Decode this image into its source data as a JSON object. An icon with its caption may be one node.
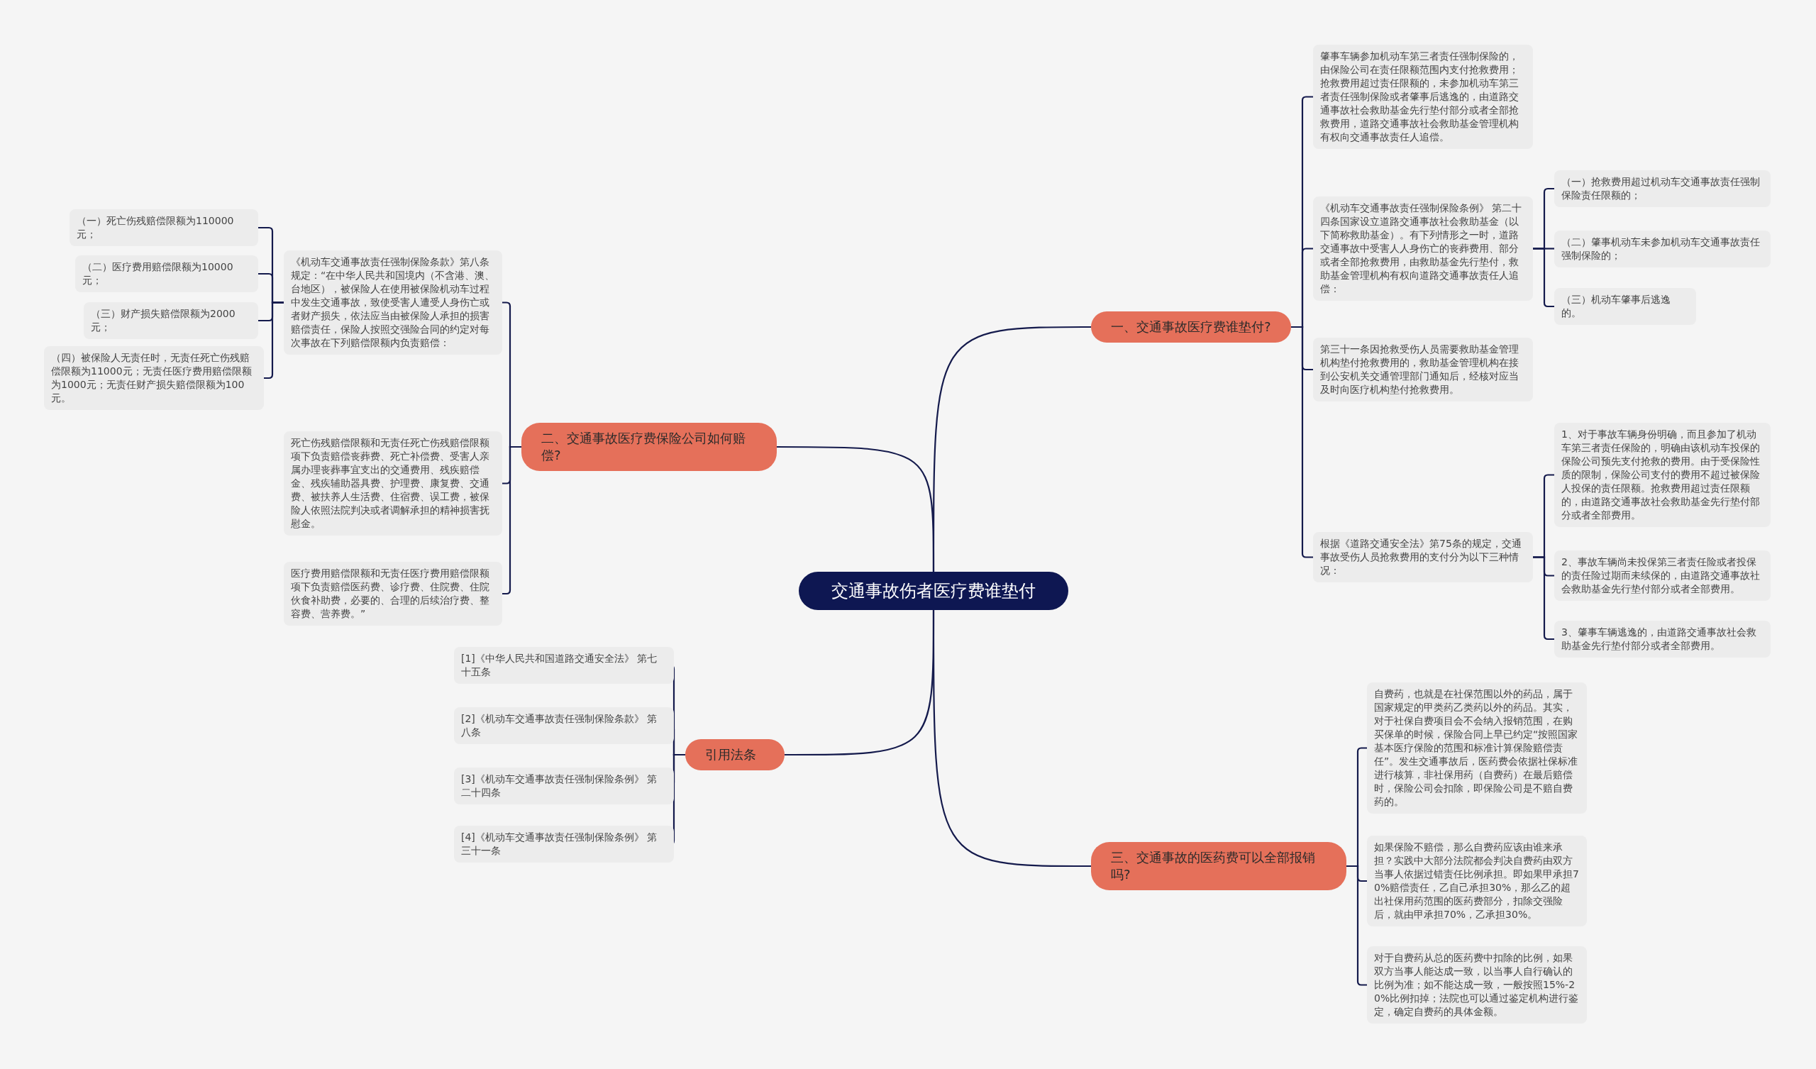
{
  "diagram": {
    "nodes": [
      {
        "text": [
          "交通事故伤者医疗费谁垫付"
        ]
      },
      {
        "text": [
          "一、交通事故医疗费谁垫付?"
        ]
      },
      {
        "text": [
          "肇事车辆参加机动车第三者责任强制保险的，由保险公司在责任限额范围内支付抢救费用；抢救费用超过责任限额的，未参加机动车第三者责任强制保险或者肇事后逃逸的，由道路交通事故社会救助基金先行垫付部分或者全部抢救费用，道路交通事故社会救助基金管理机构有权向交通事故责任人追偿。"
        ]
      },
      {
        "text": [
          "《机动车交通事故责任强制保险条例》 第二十四条国家设立道路交通事故社会救助基金（以下简称救助基金）。有下列情形之一时，道路交通事故中受害人人身伤亡的丧葬费用、部分或者全部抢救费用，由救助基金先行垫付，救助基金管理机构有权向道路交通事故责任人追偿："
        ]
      },
      {
        "text": [
          "（一）抢救费用超过机动车交通事故责任强制保险责任限额的；"
        ]
      },
      {
        "text": [
          "（二）肇事机动车未参加机动车交通事故责任强制保险的；"
        ]
      },
      {
        "text": [
          "（三）机动车肇事后逃逸的。"
        ]
      },
      {
        "text": [
          "第三十一条因抢救受伤人员需要救助基金管理机构垫付抢救费用的，救助基金管理机构在接到公安机关交通管理部门通知后，经核对应当及时向医疗机构垫付抢救费用。"
        ]
      },
      {
        "text": [
          "根据《道路交通安全法》第75条的规定，交通事故受伤人员抢救费用的支付分为以下三种情况："
        ]
      },
      {
        "text": [
          "1、对于事故车辆身份明确，而且参加了机动车第三者责任保险的，明确由该机动车投保的保险公司预先支付抢救的费用。由于受保险性质的限制，保险公司支付的费用不超过被保险人投保的责任限额。抢救费用超过责任限额的，由道路交通事故社会救助基金先行垫付部分或者全部费用。"
        ]
      },
      {
        "text": [
          "2、事故车辆尚未投保第三者责任险或者投保的责任险过期而未续保的，由道路交通事故社会救助基金先行垫付部分或者全部费用。"
        ]
      },
      {
        "text": [
          "3、肇事车辆逃逸的，由道路交通事故社会救助基金先行垫付部分或者全部费用。"
        ]
      },
      {
        "text": [
          "二、交通事故医疗费保险公司如何赔偿?"
        ]
      },
      {
        "text": [
          "《机动车交通事故责任强制保险条款》第八条规定：“在中华人民共和国境内（不含港、澳、台地区），被保险人在使用被保险机动车过程中发生交通事故，致使受害人遭受人身伤亡或者财产损失，依法应当由被保险人承担的损害赔偿责任，保险人按照交强险合同的约定对每次事故在下列赔偿限额内负责赔偿："
        ]
      },
      {
        "text": [
          "（一）死亡伤残赔偿限额为110000元；"
        ]
      },
      {
        "text": [
          "（二）医疗费用赔偿限额为10000元；"
        ]
      },
      {
        "text": [
          "（三）财产损失赔偿限额为2000元；"
        ]
      },
      {
        "text": [
          "（四）被保险人无责任时，无责任死亡伤残赔偿限额为11000元；无责任医疗费用赔偿限额为1000元；无责任财产损失赔偿限额为100元。"
        ]
      },
      {
        "text": [
          "死亡伤残赔偿限额和无责任死亡伤残赔偿限额项下负责赔偿丧葬费、死亡补偿费、受害人亲属办理丧葬事宜支出的交通费用、残疾赔偿金、残疾辅助器具费、护理费、康复费、交通费、被扶养人生活费、住宿费、误工费，被保险人依照法院判决或者调解承担的精神损害抚慰金。"
        ]
      },
      {
        "text": [
          "医疗费用赔偿限额和无责任医疗费用赔偿限额项下负责赔偿医药费、诊疗费、住院费、住院伙食补助费，必要的、合理的后续治疗费、整容费、营养费。”"
        ]
      },
      {
        "text": [
          "引用法条"
        ]
      },
      {
        "text": [
          "[1]《中华人民共和国道路交通安全法》 第七十五条"
        ]
      },
      {
        "text": [
          "[2]《机动车交通事故责任强制保险条款》 第八条"
        ]
      },
      {
        "text": [
          "[3]《机动车交通事故责任强制保险条例》 第二十四条"
        ]
      },
      {
        "text": [
          "[4]《机动车交通事故责任强制保险条例》 第三十一条"
        ]
      },
      {
        "text": [
          "三、交通事故的医药费可以全部报销吗?"
        ]
      },
      {
        "text": [
          "自费药，也就是在社保范围以外的药品，属于国家规定的甲类药乙类药以外的药品。其实，对于社保自费项目会不会纳入报销范围，在购买保单的时候，保险合同上早已约定“按照国家基本医疗保险的范围和标准计算保险赔偿责任”。发生交通事故后，医药费会依据社保标准进行核算，非社保用药（自费药）在最后赔偿时，保险公司会扣除，即保险公司是不赔自费药的。"
        ]
      },
      {
        "text": [
          "如果保险不赔偿，那么自费药应该由谁来承担？实践中大部分法院都会判决自费药由双方当事人依据过错责任比例承担。即如果甲承担70%赔偿责任，乙自己承担30%，那么乙的超出社保用药范围的医药费部分，扣除交强险后，就由甲承担70%，乙承担30%。"
        ]
      },
      {
        "text": [
          "对于自费药从总的医药费中扣除的比例，如果双方当事人能达成一致，以当事人自行确认的比例为准；如不能达成一致，一般按照15%-20%比例扣掉；法院也可以通过鉴定机构进行鉴定，确定自费药的具体金额。"
        ]
      }
    ],
    "edges": [
      {
        "from": 0,
        "to": 1,
        "arrow": "none"
      },
      {
        "from": 1,
        "to": 2,
        "arrow": "none"
      },
      {
        "from": 1,
        "to": 3,
        "arrow": "none"
      },
      {
        "from": 3,
        "to": 4,
        "arrow": "none"
      },
      {
        "from": 3,
        "to": 5,
        "arrow": "none"
      },
      {
        "from": 3,
        "to": 6,
        "arrow": "none"
      },
      {
        "from": 1,
        "to": 7,
        "arrow": "none"
      },
      {
        "from": 1,
        "to": 8,
        "arrow": "none"
      },
      {
        "from": 8,
        "to": 9,
        "arrow": "none"
      },
      {
        "from": 8,
        "to": 10,
        "arrow": "none"
      },
      {
        "from": 8,
        "to": 11,
        "arrow": "none"
      },
      {
        "from": 0,
        "to": 12,
        "arrow": "none"
      },
      {
        "from": 12,
        "to": 13,
        "arrow": "none"
      },
      {
        "from": 13,
        "to": 14,
        "arrow": "none"
      },
      {
        "from": 13,
        "to": 15,
        "arrow": "none"
      },
      {
        "from": 13,
        "to": 16,
        "arrow": "none"
      },
      {
        "from": 13,
        "to": 17,
        "arrow": "none"
      },
      {
        "from": 12,
        "to": 18,
        "arrow": "none"
      },
      {
        "from": 12,
        "to": 19,
        "arrow": "none"
      },
      {
        "from": 0,
        "to": 20,
        "arrow": "none"
      },
      {
        "from": 20,
        "to": 21,
        "arrow": "none"
      },
      {
        "from": 20,
        "to": 22,
        "arrow": "none"
      },
      {
        "from": 20,
        "to": 23,
        "arrow": "none"
      },
      {
        "from": 20,
        "to": 24,
        "arrow": "none"
      },
      {
        "from": 0,
        "to": 25,
        "arrow": "none"
      },
      {
        "from": 25,
        "to": 26,
        "arrow": "none"
      },
      {
        "from": 25,
        "to": 27,
        "arrow": "none"
      },
      {
        "from": 25,
        "to": 28,
        "arrow": "none"
      }
    ]
  }
}
